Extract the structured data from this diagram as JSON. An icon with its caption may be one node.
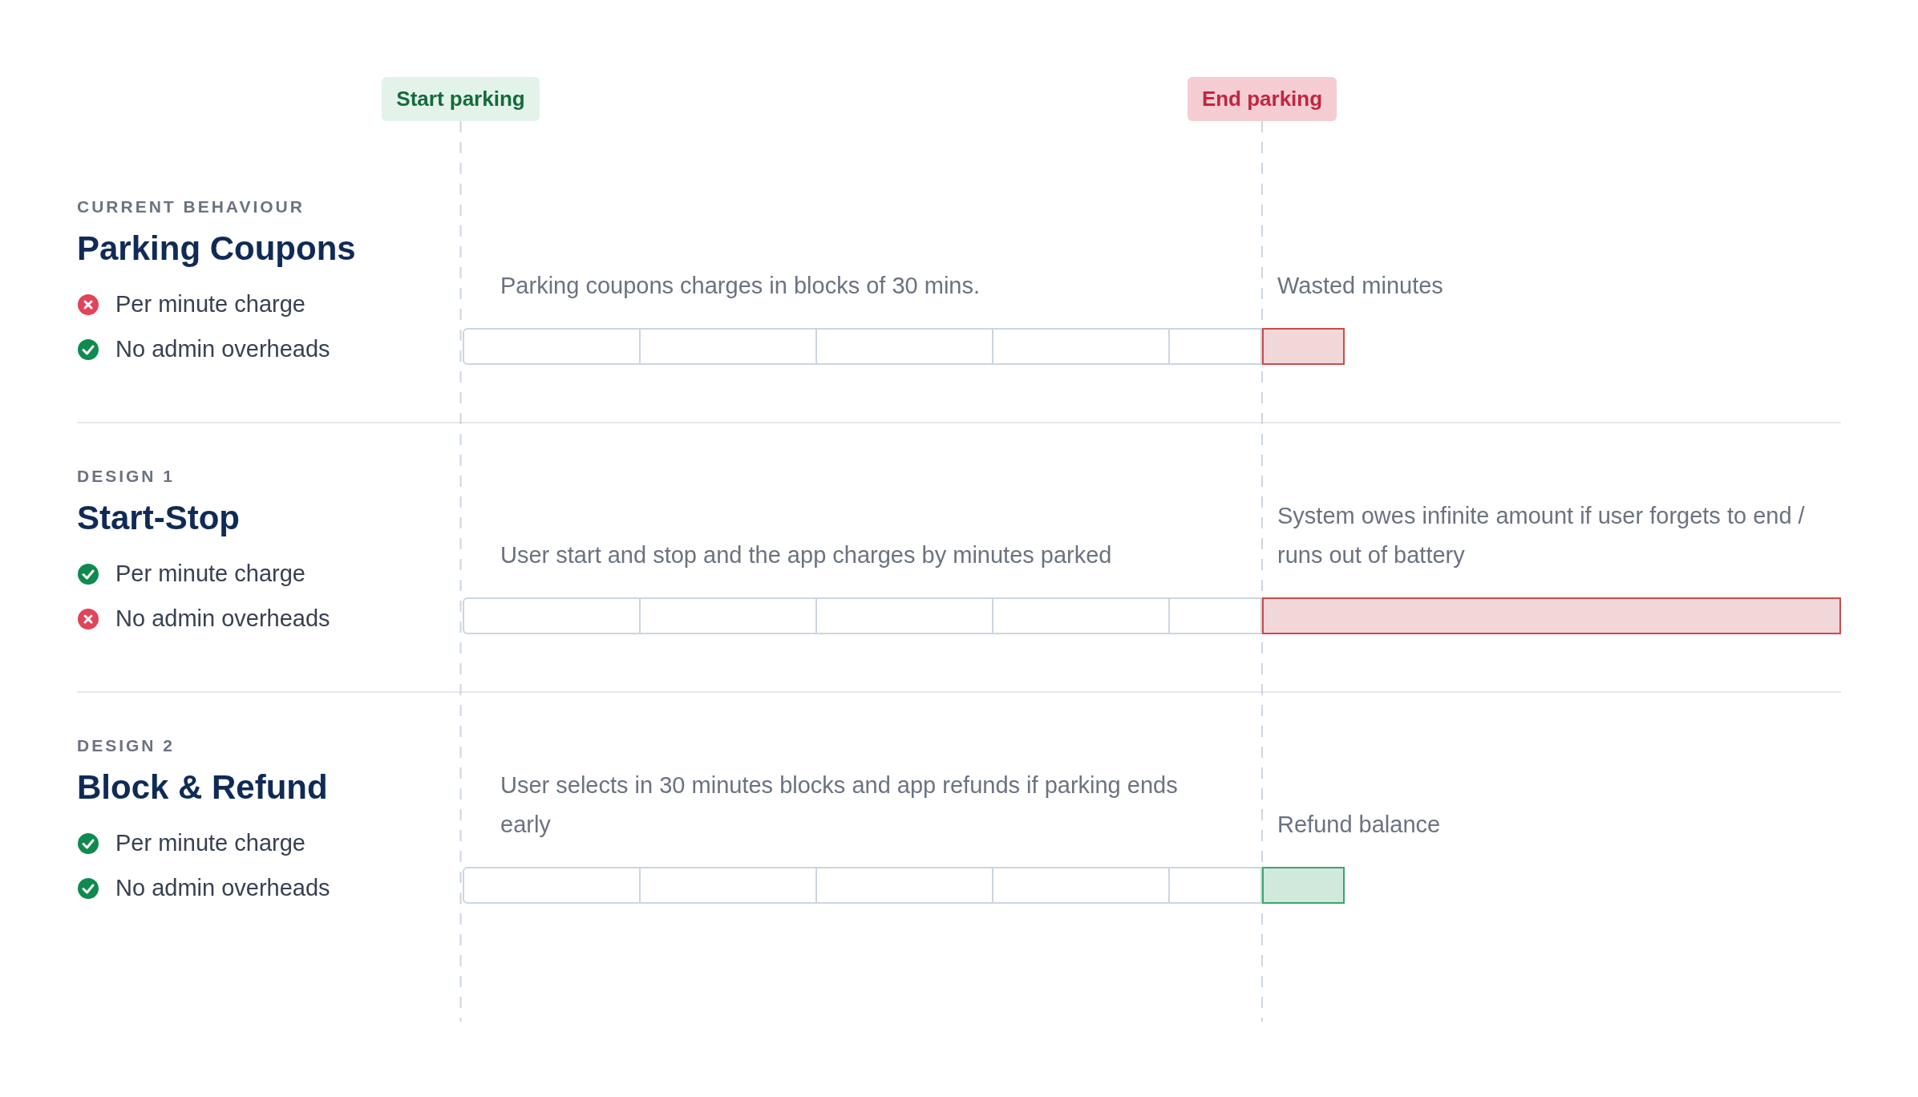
{
  "diagram": {
    "nodes": [
      {
        "text": [
          "Start parking"
        ]
      },
      {
        "text": [
          "End parking"
        ]
      },
      {
        "text": [],
        "shape": "bar",
        "beside": [
          "Parking coupons charges in blocks of 30 mins."
        ]
      },
      {
        "text": [],
        "shape": "bar",
        "beside": [
          "Wasted minutes"
        ]
      },
      {
        "text": [],
        "shape": "bar",
        "beside": [
          "User start and stop and the app charges by minutes parked"
        ]
      },
      {
        "text": [],
        "shape": "bar",
        "beside": [
          "System owes infinite amount if user forgets to end / runs out of battery"
        ]
      },
      {
        "text": [],
        "shape": "bar",
        "beside": [
          "User selects in 30 minutes blocks and app refunds if parking ends early"
        ]
      },
      {
        "text": [],
        "shape": "bar",
        "beside": [
          "Refund balance"
        ]
      }
    ],
    "labels": [
      "CURRENT BEHAVIOUR",
      "Parking Coupons",
      "Per minute charge",
      "No admin overheads",
      "DESIGN 1",
      "Start-Stop",
      "Per minute charge",
      "No admin overheads",
      "DESIGN 2",
      "Block & Refund",
      "Per minute charge",
      "No admin overheads"
    ]
  }
}
